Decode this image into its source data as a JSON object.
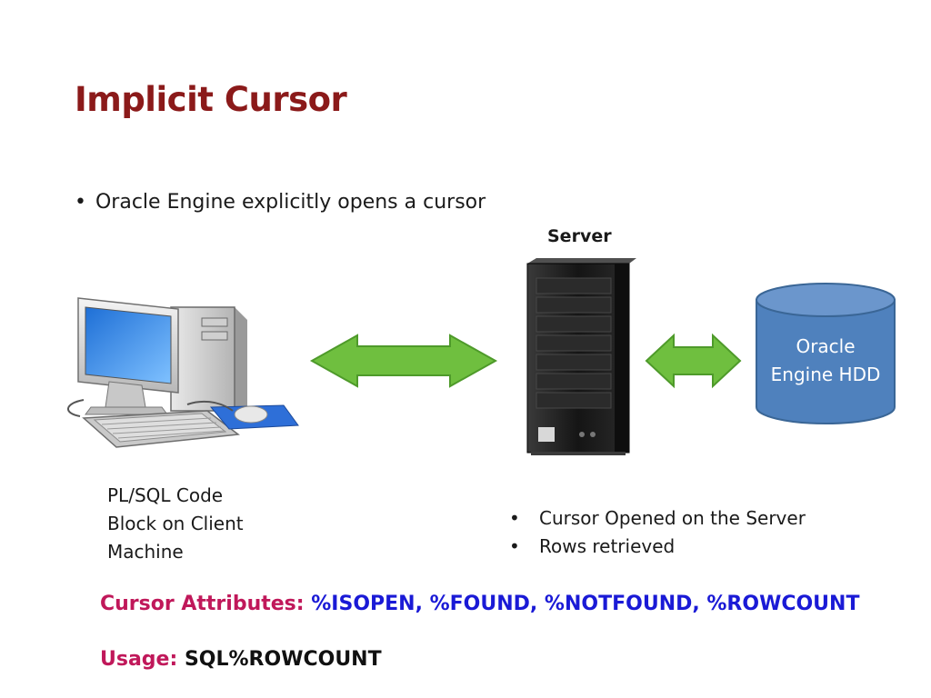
{
  "slide": {
    "title": "Implicit Cursor",
    "bullet": "Oracle Engine explicitly opens a cursor"
  },
  "diagram": {
    "server_label": "Server",
    "hdd_label_line1": "Oracle",
    "hdd_label_line2": "Engine HDD",
    "client_caption": [
      "PL/SQL Code",
      "Block on Client",
      "Machine"
    ],
    "server_points": [
      "Cursor Opened on the Server",
      "Rows retrieved"
    ],
    "colors": {
      "arrow_fill": "#6fbf3f",
      "arrow_stroke": "#4e9a2a",
      "cylinder_fill": "#4f81bd",
      "cylinder_stroke": "#3a6696",
      "title": "#8b1a1a"
    }
  },
  "footer": {
    "attributes_label": "Cursor Attributes:",
    "attributes_value": "%ISOPEN, %FOUND, %NOTFOUND, %ROWCOUNT",
    "usage_label": "Usage:",
    "usage_value": "SQL%ROWCOUNT"
  }
}
